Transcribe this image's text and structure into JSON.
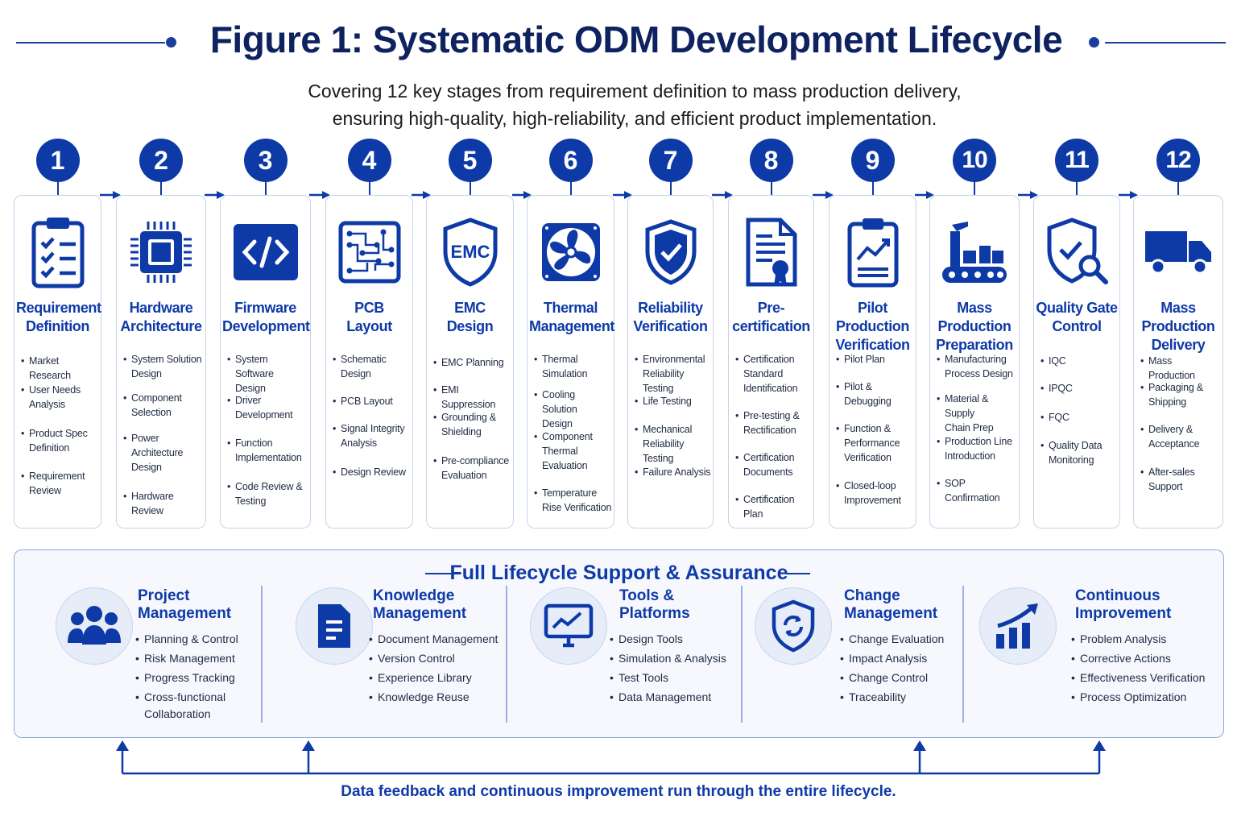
{
  "header": {
    "title": "Figure 1: Systematic ODM Development Lifecycle",
    "subtitle_line1": "Covering 12 key stages from requirement definition to mass production delivery,",
    "subtitle_line2": "ensuring high-quality, high-reliability, and efficient product implementation."
  },
  "colors": {
    "primary": "#0d3aa6",
    "title": "#0f2260",
    "card_border": "#c7d3ea",
    "panel_bg": "#f6f8fd"
  },
  "stages": [
    {
      "number": "1",
      "icon": "clipboard-checklist-icon",
      "title1": "Requirement",
      "title2": "Definition",
      "items": [
        [
          "Market Research"
        ],
        [
          "User Needs",
          "Analysis"
        ],
        [
          "Product Spec",
          "Definition"
        ],
        [
          "Requirement",
          "Review"
        ]
      ]
    },
    {
      "number": "2",
      "icon": "chip-icon",
      "title1": "Hardware",
      "title2": "Architecture",
      "items": [
        [
          "System Solution",
          "Design"
        ],
        [
          "Component",
          "Selection"
        ],
        [
          "Power",
          "Architecture",
          "Design"
        ],
        [
          "Hardware Review"
        ]
      ]
    },
    {
      "number": "3",
      "icon": "code-icon",
      "title1": "Firmware",
      "title2": "Development",
      "items": [
        [
          "System Software",
          "Design"
        ],
        [
          "Driver",
          "Development"
        ],
        [
          "Function",
          "Implementation"
        ],
        [
          "Code Review &",
          "Testing"
        ]
      ]
    },
    {
      "number": "4",
      "icon": "circuit-board-icon",
      "title1": "PCB",
      "title2": "Layout",
      "items": [
        [
          "Schematic",
          "Design"
        ],
        [
          "PCB Layout"
        ],
        [
          "Signal Integrity",
          "Analysis"
        ],
        [
          "Design Review"
        ]
      ]
    },
    {
      "number": "5",
      "icon": "emc-shield-icon",
      "title1": "EMC",
      "title2": "Design",
      "items": [
        [
          "EMC Planning"
        ],
        [
          "EMI Suppression"
        ],
        [
          "Grounding &",
          "Shielding"
        ],
        [
          "Pre-compliance",
          "Evaluation"
        ]
      ]
    },
    {
      "number": "6",
      "icon": "fan-icon",
      "title1": "Thermal",
      "title2": "Management",
      "items": [
        [
          "Thermal",
          "Simulation"
        ],
        [
          "Cooling Solution",
          "Design"
        ],
        [
          "Component",
          "Thermal",
          "Evaluation"
        ],
        [
          "Temperature",
          "Rise Verification"
        ]
      ]
    },
    {
      "number": "7",
      "icon": "shield-check-icon",
      "title1": "Reliability",
      "title2": "Verification",
      "items": [
        [
          "Environmental",
          "Reliability Testing"
        ],
        [
          "Life Testing"
        ],
        [
          "Mechanical",
          "Reliability Testing"
        ],
        [
          "Failure Analysis"
        ]
      ]
    },
    {
      "number": "8",
      "icon": "certificate-icon",
      "title1": "Pre-",
      "title2": "certification",
      "items": [
        [
          "Certification",
          "Standard",
          "Identification"
        ],
        [
          "Pre-testing &",
          "Rectification"
        ],
        [
          "Certification",
          "Documents"
        ],
        [
          "Certification Plan"
        ]
      ]
    },
    {
      "number": "9",
      "icon": "clipboard-chart-icon",
      "title1": "Pilot Production",
      "title2": "Verification",
      "items": [
        [
          "Pilot Plan"
        ],
        [
          "Pilot &",
          "Debugging"
        ],
        [
          "Function &",
          "Performance",
          "Verification"
        ],
        [
          "Closed-loop",
          "Improvement"
        ]
      ]
    },
    {
      "number": "10",
      "icon": "factory-conveyor-icon",
      "title1": "Mass Production",
      "title2": "Preparation",
      "items": [
        [
          "Manufacturing",
          "Process Design"
        ],
        [
          "Material & Supply",
          "Chain Prep"
        ],
        [
          "Production Line",
          "Introduction"
        ],
        [
          "SOP Confirmation"
        ]
      ]
    },
    {
      "number": "11",
      "icon": "shield-search-icon",
      "title1": "Quality Gate",
      "title2": "Control",
      "items": [
        [
          "IQC"
        ],
        [
          "IPQC"
        ],
        [
          "FQC"
        ],
        [
          "Quality Data",
          "Monitoring"
        ]
      ]
    },
    {
      "number": "12",
      "icon": "delivery-truck-icon",
      "title1": "Mass Production",
      "title2": "Delivery",
      "items": [
        [
          "Mass Production"
        ],
        [
          "Packaging &",
          "Shipping"
        ],
        [
          "Delivery &",
          "Acceptance"
        ],
        [
          "After-sales",
          "Support"
        ]
      ]
    }
  ],
  "support": {
    "title": "Full Lifecycle Support & Assurance",
    "items": [
      {
        "icon": "team-icon",
        "title1": "Project",
        "title2": "Management",
        "items": [
          [
            "Planning & Control"
          ],
          [
            "Risk Management"
          ],
          [
            "Progress Tracking"
          ],
          [
            "Cross-functional",
            "Collaboration"
          ]
        ]
      },
      {
        "icon": "document-icon",
        "title1": "Knowledge",
        "title2": "Management",
        "items": [
          [
            "Document Management"
          ],
          [
            "Version Control"
          ],
          [
            "Experience Library"
          ],
          [
            "Knowledge Reuse"
          ]
        ]
      },
      {
        "icon": "monitor-chart-icon",
        "title1": "Tools &",
        "title2": "Platforms",
        "items": [
          [
            "Design Tools"
          ],
          [
            "Simulation & Analysis"
          ],
          [
            "Test Tools"
          ],
          [
            "Data Management"
          ]
        ]
      },
      {
        "icon": "shield-refresh-icon",
        "title1": "Change",
        "title2": "Management",
        "items": [
          [
            "Change Evaluation"
          ],
          [
            "Impact Analysis"
          ],
          [
            "Change Control"
          ],
          [
            "Traceability"
          ]
        ]
      },
      {
        "icon": "growth-chart-icon",
        "title1": "Continuous",
        "title2": "Improvement",
        "items": [
          [
            "Problem Analysis"
          ],
          [
            "Corrective Actions"
          ],
          [
            "Effectiveness Verification"
          ],
          [
            "Process Optimization"
          ]
        ]
      }
    ]
  },
  "footer": {
    "feedback": "Data feedback and continuous improvement run through the entire lifecycle."
  }
}
